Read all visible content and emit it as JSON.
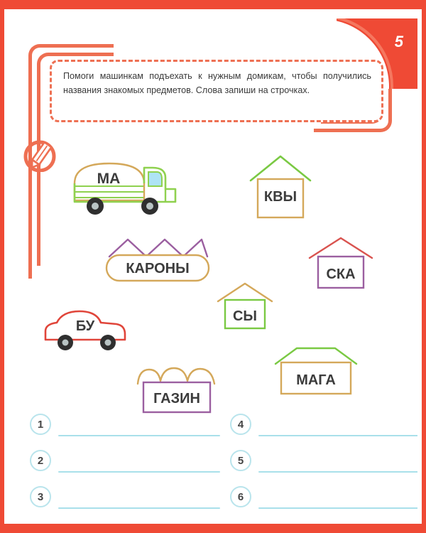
{
  "page": {
    "number": "5",
    "frame_color": "#ef4a35",
    "accent_color": "#ee7053"
  },
  "instruction": {
    "text": "Помоги машинкам подъехать к нужным домикам, чтобы получились названия знакомых предметов. Слова запиши на строчках.",
    "icon": "pencil-icon"
  },
  "puzzle": {
    "vehicles": [
      {
        "id": "truck",
        "label": "МА",
        "type": "truck",
        "body_color": "#7ac943",
        "accent_color": "#d4a85a",
        "window_color": "#aee3f5"
      },
      {
        "id": "car",
        "label": "БУ",
        "type": "car",
        "body_color": "#e0453a",
        "wheel_color": "#2f2f2f"
      }
    ],
    "houses": [
      {
        "id": "kvy",
        "label": "КВЫ",
        "roof_color": "#7ac943",
        "roof_style": "triangle",
        "body_color": "#d4a85a"
      },
      {
        "id": "karony",
        "label": "КАРОНЫ",
        "roof_color": "#9b5fa0",
        "roof_style": "zigzag",
        "body_color": "#d4a85a"
      },
      {
        "id": "ska",
        "label": "СКА",
        "roof_color": "#d9534f",
        "roof_style": "triangle",
        "body_color": "#9b5fa0"
      },
      {
        "id": "sy",
        "label": "СЫ",
        "roof_color": "#d4a85a",
        "roof_style": "triangle",
        "body_color": "#7ac943"
      },
      {
        "id": "maga",
        "label": "МАГА",
        "roof_color": "#7ac943",
        "roof_style": "trapezoid",
        "body_color": "#d4a85a"
      },
      {
        "id": "gazin",
        "label": "ГАЗИН",
        "roof_color": "#d4a85a",
        "roof_style": "wavy",
        "body_color": "#9b5fa0"
      }
    ]
  },
  "answers": {
    "line_color": "#a9e0ea",
    "items": [
      {
        "number": "1",
        "value": ""
      },
      {
        "number": "2",
        "value": ""
      },
      {
        "number": "3",
        "value": ""
      },
      {
        "number": "4",
        "value": ""
      },
      {
        "number": "5",
        "value": ""
      },
      {
        "number": "6",
        "value": ""
      }
    ]
  }
}
